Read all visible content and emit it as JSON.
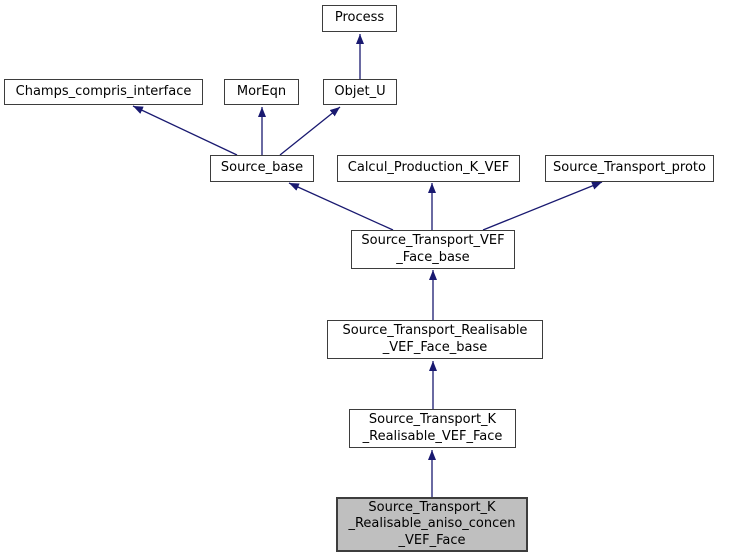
{
  "diagram": {
    "type": "class-inheritance-graph",
    "colors": {
      "edge": "#191970",
      "node_border": "#3d3d3d",
      "node_fill": "#ffffff",
      "highlight_fill": "#bfbfbf",
      "text": "#000000",
      "background": "#ffffff"
    },
    "nodes": {
      "process": {
        "label": "Process"
      },
      "champs_compris_interface": {
        "label": "Champs_compris_interface"
      },
      "moreqn": {
        "label": "MorEqn"
      },
      "objet_u": {
        "label": "Objet_U"
      },
      "source_base": {
        "label": "Source_base"
      },
      "calcul_production_k_vef": {
        "label": "Calcul_Production_K_VEF"
      },
      "source_transport_proto": {
        "label": "Source_Transport_proto"
      },
      "source_transport_vef_face_base": {
        "label": "Source_Transport_VEF\n_Face_base"
      },
      "source_transport_realisable_vef_face_base": {
        "label": "Source_Transport_Realisable\n_VEF_Face_base"
      },
      "source_transport_k_realisable_vef_face": {
        "label": "Source_Transport_K\n_Realisable_VEF_Face"
      },
      "source_transport_k_realisable_aniso_concen_vef_face": {
        "label": "Source_Transport_K\n_Realisable_aniso_concen\n_VEF_Face",
        "highlighted": true
      }
    },
    "edges": [
      {
        "from": "objet_u",
        "to": "process"
      },
      {
        "from": "source_base",
        "to": "champs_compris_interface"
      },
      {
        "from": "source_base",
        "to": "moreqn"
      },
      {
        "from": "source_base",
        "to": "objet_u"
      },
      {
        "from": "source_transport_vef_face_base",
        "to": "source_base"
      },
      {
        "from": "source_transport_vef_face_base",
        "to": "calcul_production_k_vef"
      },
      {
        "from": "source_transport_vef_face_base",
        "to": "source_transport_proto"
      },
      {
        "from": "source_transport_realisable_vef_face_base",
        "to": "source_transport_vef_face_base"
      },
      {
        "from": "source_transport_k_realisable_vef_face",
        "to": "source_transport_realisable_vef_face_base"
      },
      {
        "from": "source_transport_k_realisable_aniso_concen_vef_face",
        "to": "source_transport_k_realisable_vef_face"
      }
    ]
  }
}
